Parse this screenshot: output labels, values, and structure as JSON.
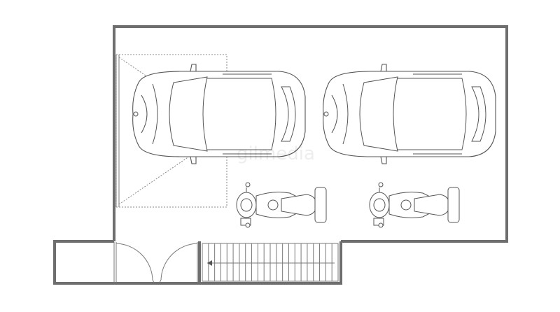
{
  "plan": {
    "watermark": "gilmedia",
    "cars": [
      {
        "id": "car-left"
      },
      {
        "id": "car-right"
      }
    ],
    "motorcycles": [
      {
        "id": "moto-left"
      },
      {
        "id": "moto-right"
      }
    ],
    "stair_steps": 21,
    "colors": {
      "wall": "#6e6e6e",
      "line": "#555555",
      "background": "#ffffff"
    }
  }
}
